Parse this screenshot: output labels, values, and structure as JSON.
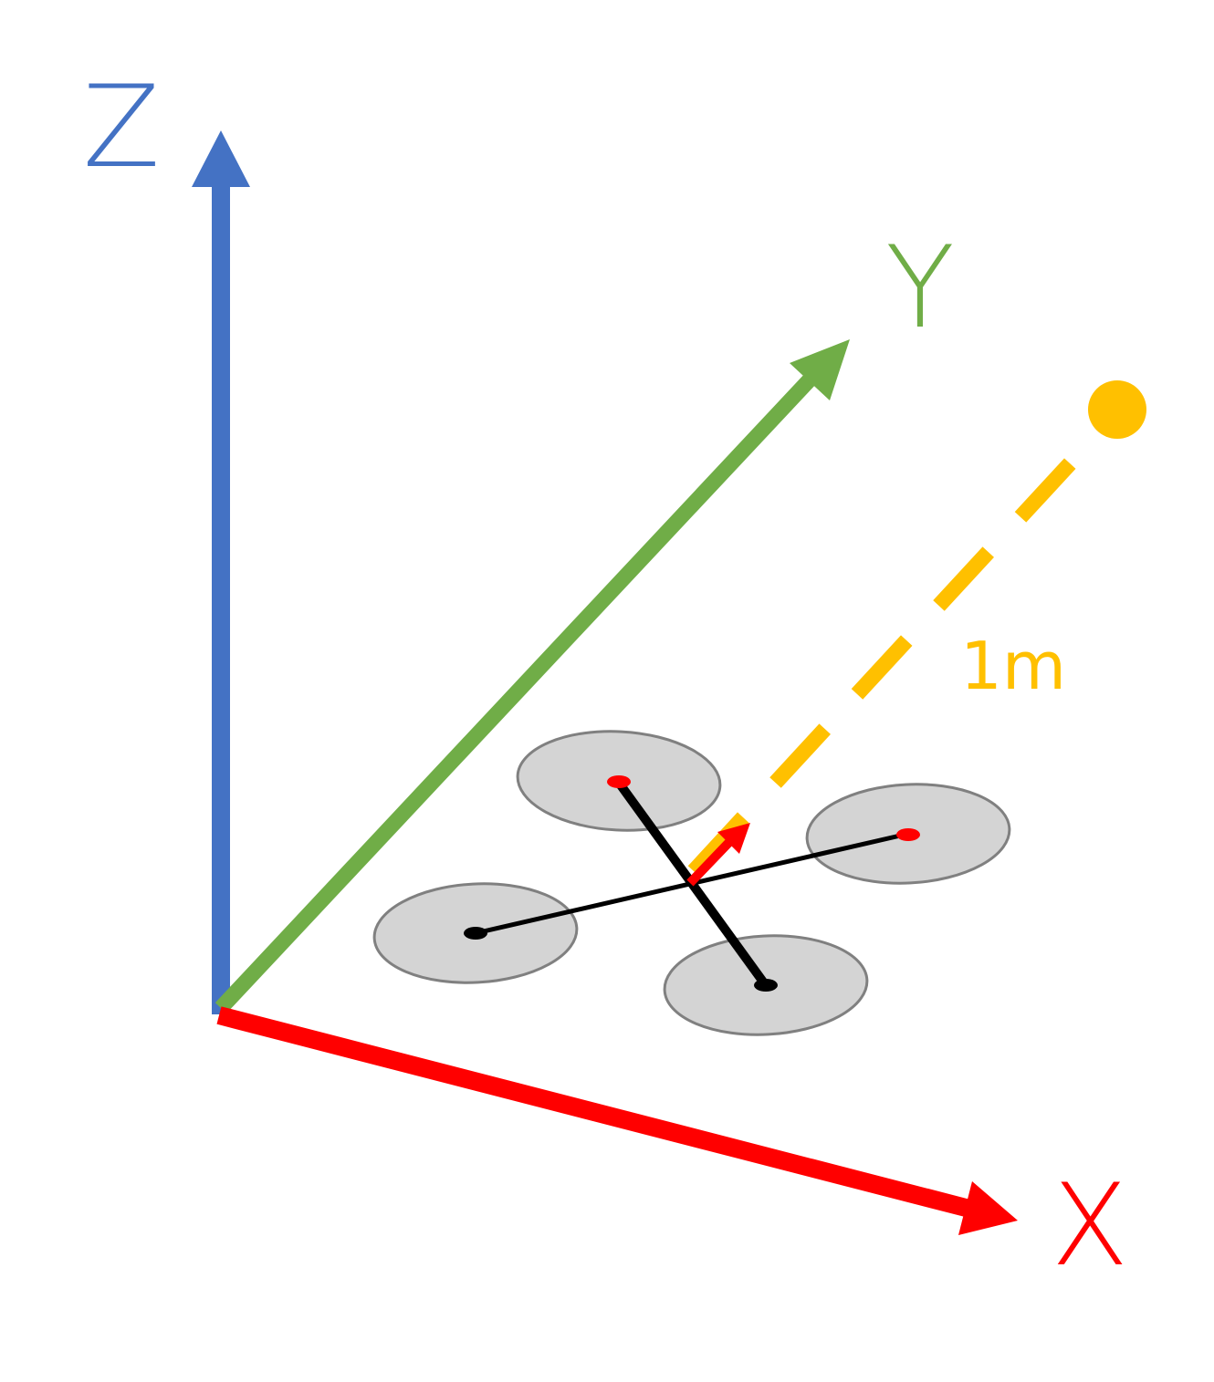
{
  "axes": {
    "z": {
      "label": "Z",
      "color": "#4472C4"
    },
    "y": {
      "label": "Y",
      "color": "#70AD47"
    },
    "x": {
      "label": "X",
      "color": "#FF0000"
    }
  },
  "target": {
    "color": "#FFC000",
    "distance_label": "1m"
  },
  "drone": {
    "rotor_fill": "#D4D4D4",
    "rotor_stroke": "#808080",
    "front_motor_color": "#FF0000",
    "rear_motor_color": "#000000",
    "heading_arrow_color": "#FF0000"
  }
}
